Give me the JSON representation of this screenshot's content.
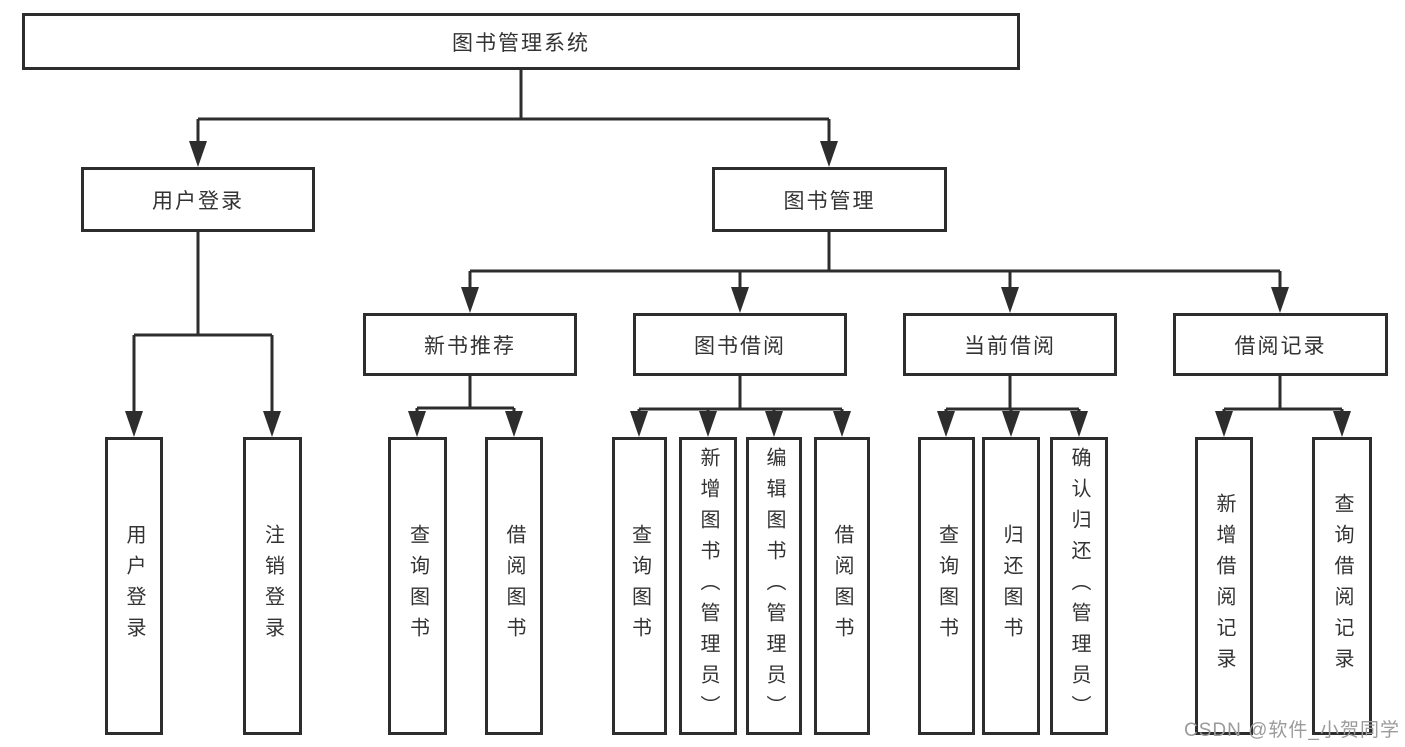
{
  "diagram": {
    "title": "图书管理系统",
    "root": {
      "label": "图书管理系统",
      "children": [
        {
          "label": "用户登录",
          "children": [
            {
              "label": "用户登录"
            },
            {
              "label": "注销登录"
            }
          ]
        },
        {
          "label": "图书管理",
          "children": [
            {
              "label": "新书推荐",
              "children": [
                {
                  "label": "查询图书"
                },
                {
                  "label": "借阅图书"
                }
              ]
            },
            {
              "label": "图书借阅",
              "children": [
                {
                  "label": "查询图书"
                },
                {
                  "label": "新增图书（管理员）"
                },
                {
                  "label": "编辑图书（管理员）"
                },
                {
                  "label": "借阅图书"
                }
              ]
            },
            {
              "label": "当前借阅",
              "children": [
                {
                  "label": "查询图书"
                },
                {
                  "label": "归还图书"
                },
                {
                  "label": "确认归还（管理员）"
                }
              ]
            },
            {
              "label": "借阅记录",
              "children": [
                {
                  "label": "新增借阅记录"
                },
                {
                  "label": "查询借阅记录"
                }
              ]
            }
          ]
        }
      ]
    }
  },
  "watermark": {
    "text": "CSDN @软件_小贺同学"
  },
  "colors": {
    "line": "#2d2d2d",
    "text": "#333333",
    "watermark": "#9b9b9b",
    "background": "#ffffff"
  }
}
